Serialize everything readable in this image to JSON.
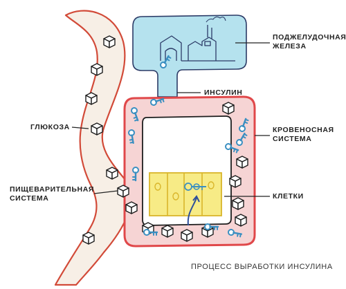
{
  "labels": {
    "pancreas_line1": "ПОДЖЕЛУДОЧНАЯ",
    "pancreas_line2": "ЖЕЛЕЗА",
    "insulin": "ИНСУЛИН",
    "glucose": "ГЛЮКОЗА",
    "blood_line1": "КРОВЕНОСНАЯ",
    "blood_line2": "СИСТЕМА",
    "digestive_line1": "ПИЩЕВАРИТЕЛЬНАЯ",
    "digestive_line2": "СИСТЕМА",
    "cells": "КЛЕТКИ"
  },
  "caption": "ПРОЦЕСС ВЫРАБОТКИ ИНСУЛИНА",
  "colors": {
    "pancreas_fill": "#b5e2ee",
    "outline": "#2b3a66",
    "blood_fill": "#f6d4d4",
    "blood_border": "#e0484a",
    "tube_fill": "#f7efe6",
    "tube_border": "#d24a38",
    "cells_fill": "#f7eb86",
    "cells_border": "#d9b52a",
    "key_color": "#3a8fc1",
    "arrow_color": "#2e4f9a",
    "leader_line": "#222222"
  }
}
